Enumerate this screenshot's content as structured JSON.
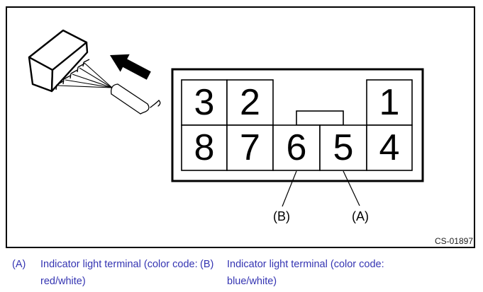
{
  "figure": {
    "diagram_code": "CS-01897",
    "pins": {
      "pin1": "1",
      "pin2": "2",
      "pin3": "3",
      "pin4": "4",
      "pin5": "5",
      "pin6": "6",
      "pin7": "7",
      "pin8": "8"
    },
    "callout_a": "(A)",
    "callout_b": "(B)"
  },
  "legend": {
    "items": [
      {
        "label": "(A)",
        "text": "Indicator light terminal (color code: red/white)"
      },
      {
        "label": "(B)",
        "text": "Indicator light terminal (color code: blue/white)"
      }
    ]
  },
  "colors": {
    "legend_text": "#3434b2",
    "line": "#000000"
  }
}
